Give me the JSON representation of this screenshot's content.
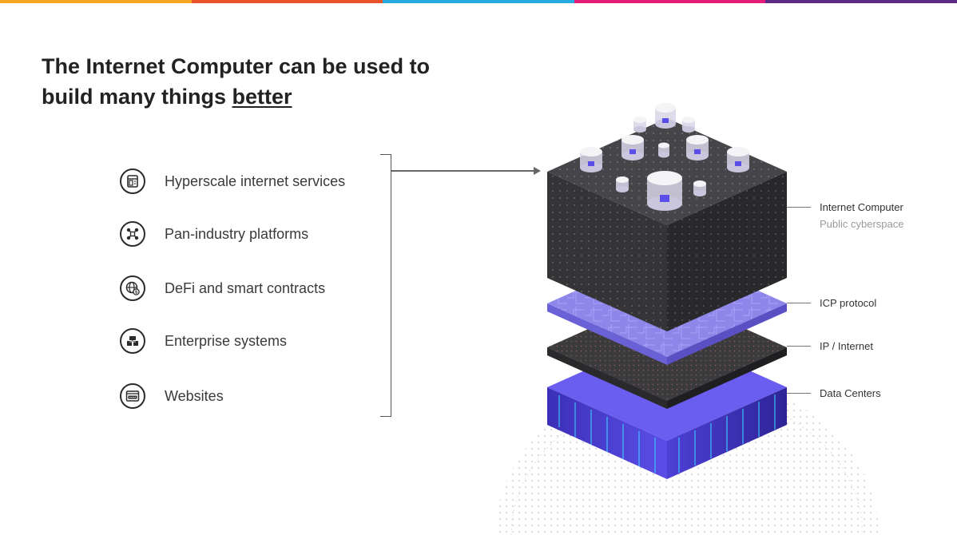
{
  "title": {
    "line1": "The Internet Computer can be used to",
    "line2_prefix": "build many things ",
    "line2_emphasis": "better"
  },
  "use_cases": [
    {
      "label": "Hyperscale internet services",
      "icon": "server-list-icon"
    },
    {
      "label": "Pan-industry platforms",
      "icon": "network-nodes-icon"
    },
    {
      "label": "DeFi and smart contracts",
      "icon": "globe-coin-icon"
    },
    {
      "label": "Enterprise systems",
      "icon": "building-icon"
    },
    {
      "label": "Websites",
      "icon": "http-browser-icon"
    }
  ],
  "layers": [
    {
      "label": "Internet Computer",
      "sub": "Public cyberspace"
    },
    {
      "label": "ICP protocol"
    },
    {
      "label": "IP / Internet"
    },
    {
      "label": "Data Centers"
    }
  ],
  "colors": {
    "top_stripe": [
      "#f6a623",
      "#e8542a",
      "#27a9e1",
      "#e51c7a",
      "#5b2a86"
    ],
    "cube_dark": "#3a3a3c",
    "protocol_layer": "#8e84e6",
    "datacenter_layer": "#4b3fd1"
  }
}
